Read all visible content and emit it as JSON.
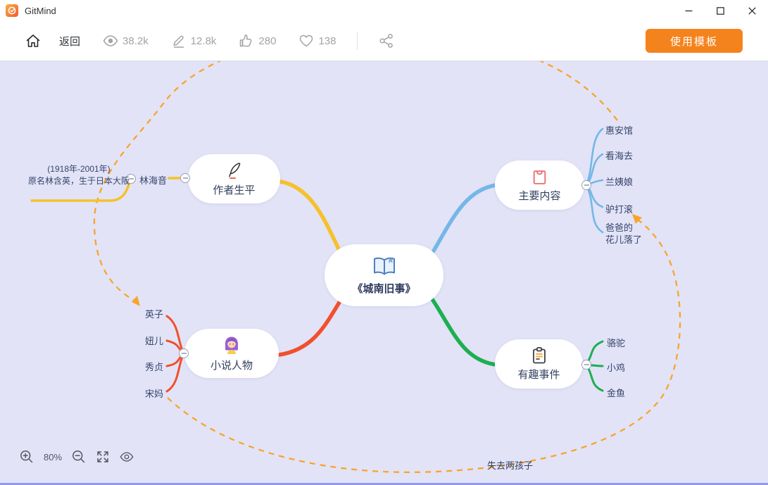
{
  "window": {
    "title": "GitMind",
    "logo_icon": "gitmind-logo",
    "controls": [
      "minimize",
      "maximize",
      "close"
    ]
  },
  "toolbar": {
    "home_icon": "home-icon",
    "back_label": "返回",
    "stats": [
      {
        "icon": "eye-icon",
        "value": "38.2k"
      },
      {
        "icon": "pencil-icon",
        "value": "12.8k"
      },
      {
        "icon": "thumbs-up-icon",
        "value": "280"
      },
      {
        "icon": "heart-icon",
        "value": "138"
      }
    ],
    "share_icon": "share-icon",
    "use_template_label": "使用模板",
    "accent_color": "#F5831D"
  },
  "canvas": {
    "background_color": "#E2E3F7",
    "zoom_controls": {
      "zoom_level": "80%",
      "icons": [
        "zoom-in-icon",
        "zoom-out-icon",
        "fit-screen-icon",
        "preview-eye-icon"
      ]
    },
    "mindmap": {
      "center": {
        "label": "《城南旧事》",
        "icon": "open-book-icon"
      },
      "branches": [
        {
          "name": "author",
          "label": "作者生平",
          "icon": "quill-pen-icon",
          "color": "#F6C12B",
          "child": {
            "label": "林海音",
            "note": "(1918年-2001年)\n原名林含英，生于日本大阪"
          }
        },
        {
          "name": "content",
          "label": "主要内容",
          "icon": "bag-icon",
          "color": "#74B7E8",
          "children": [
            "惠安馆",
            "看海去",
            "兰姨娘",
            "驴打滚",
            "爸爸的\n花儿落了"
          ]
        },
        {
          "name": "characters",
          "label": "小说人物",
          "icon": "girl-icon",
          "color": "#F1502C",
          "children": [
            "英子",
            "妞儿",
            "秀贞",
            "宋妈"
          ]
        },
        {
          "name": "events",
          "label": "有趣事件",
          "icon": "clipboard-icon",
          "color": "#1DAF50",
          "children": [
            "骆驼",
            "小鸡",
            "金鱼"
          ]
        }
      ],
      "relation": {
        "label": "失去两孩子",
        "color": "#F9A42A"
      }
    }
  }
}
